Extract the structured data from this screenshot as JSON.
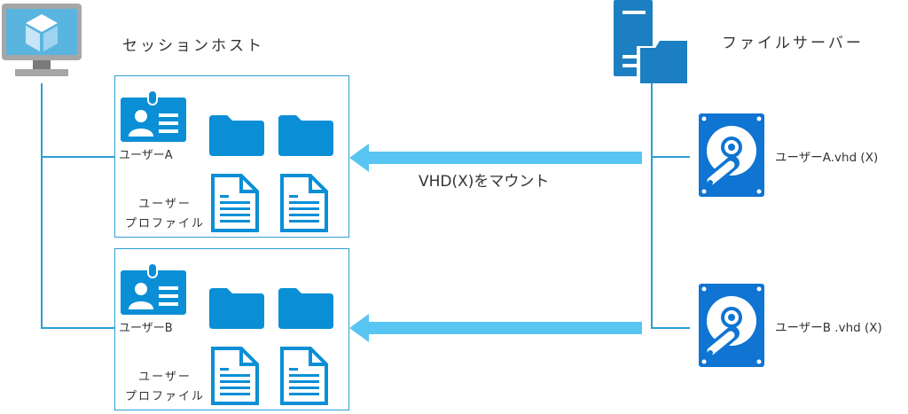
{
  "session_host": {
    "title": "セッションホスト",
    "sessions": [
      {
        "user_label": "ユーザーA",
        "profile_label_line1": "ユーザー",
        "profile_label_line2": "プロファイル"
      },
      {
        "user_label": "ユーザーB",
        "profile_label_line1": "ユーザー",
        "profile_label_line2": "プロファイル"
      }
    ]
  },
  "file_server": {
    "title": "ファイルサーバー",
    "disks": [
      {
        "label": "ユーザーA.vhd (X)"
      },
      {
        "label": "ユーザーB .vhd (X)"
      }
    ]
  },
  "mount_arrow": {
    "label": "VHD(X)をマウント"
  },
  "colors": {
    "line": "#2b9fd4",
    "icon_blue": "#0a8fd6",
    "disk_blue": "#0f74d2",
    "server_blue": "#1b7fc1",
    "arrow": "#59c5f2",
    "monitor_screen": "#5ab4e0",
    "monitor_frame": "#a6a6a6"
  }
}
